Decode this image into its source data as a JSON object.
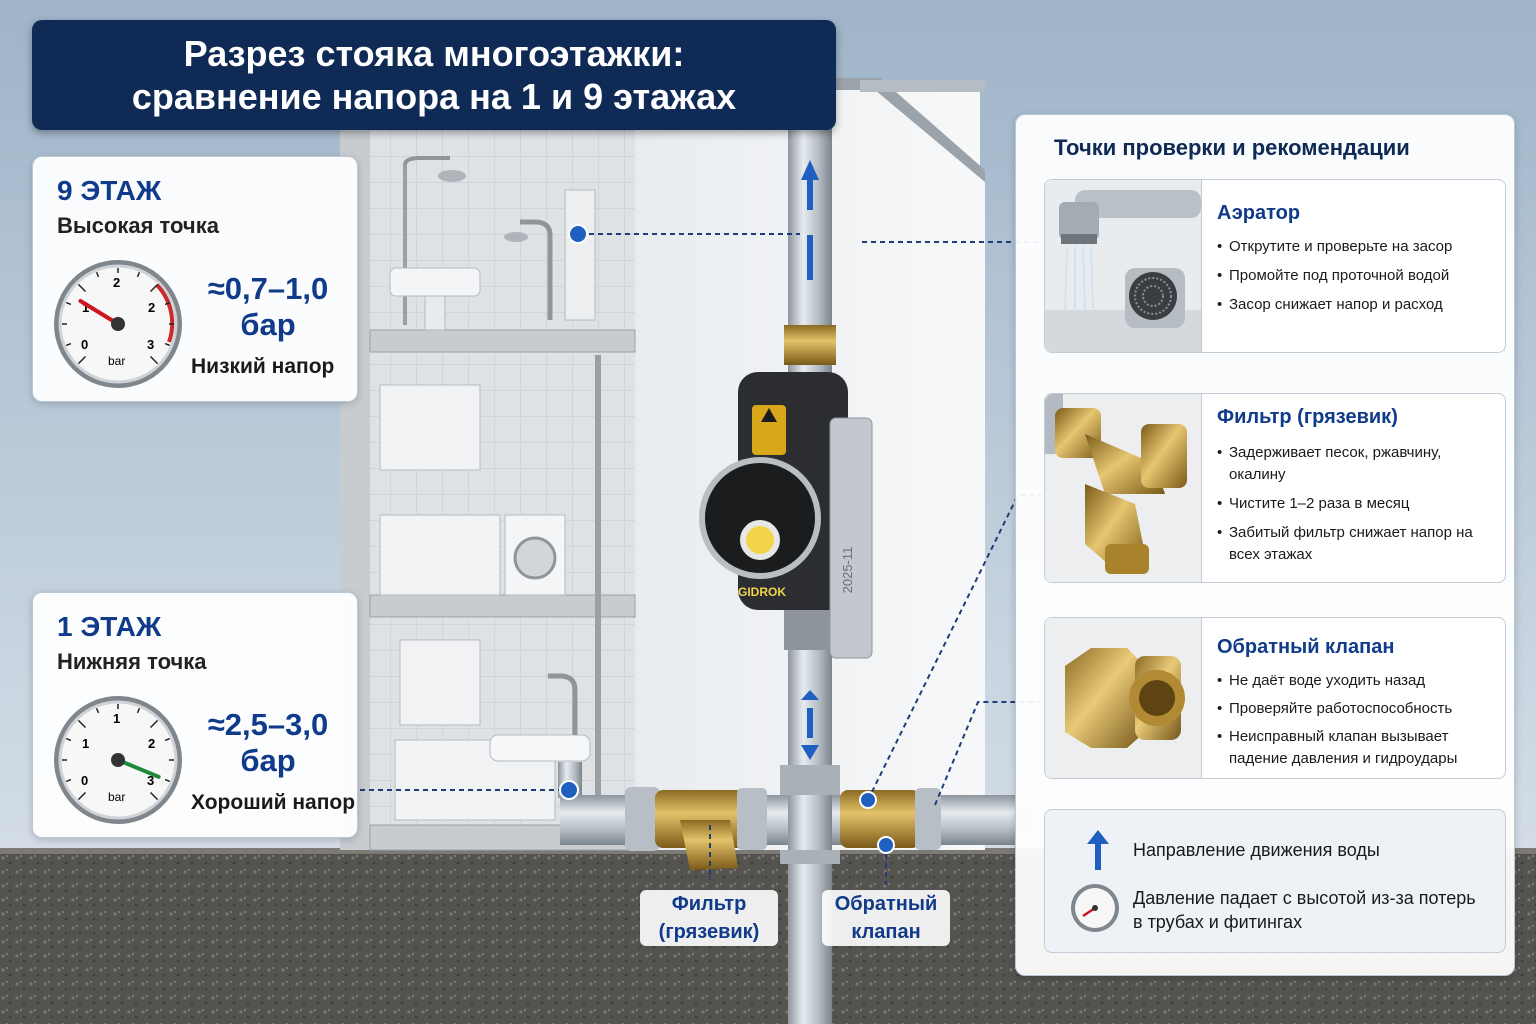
{
  "title": {
    "line1": "Разрез стояка многоэтажки:",
    "line2": "сравнение напора на 1 и 9 этажах"
  },
  "floors": [
    {
      "heading": "9 ЭТАЖ",
      "subtitle": "Высокая точка",
      "pressure": "≈0,7–1,0",
      "unit": "бар",
      "status": "Низкий напор",
      "gauge_value_bar": 0.85,
      "needle_color": "#d0141c",
      "gauge_labels": [
        "0",
        "1",
        "2",
        "2",
        "3",
        "bar"
      ]
    },
    {
      "heading": "1 ЭТАЖ",
      "subtitle": "Нижняя точка",
      "pressure": "≈2,5–3,0",
      "unit": "бар",
      "status": "Хороший напор",
      "gauge_value_bar": 2.75,
      "needle_color": "#1f8a3a",
      "gauge_labels": [
        "0",
        "1",
        "1",
        "2",
        "3",
        "bar"
      ]
    }
  ],
  "right_panel": {
    "title": "Точки проверки и рекомендации",
    "items": [
      {
        "icon": "faucet-aerator-icon",
        "title": "Аэратор",
        "bullets": [
          "Открутите и проверьте на засор",
          "Промойте под проточной водой",
          "Засор снижает напор и расход"
        ]
      },
      {
        "icon": "strainer-filter-icon",
        "title": "Фильтр (грязевик)",
        "bullets": [
          "Задерживает песок, ржавчину, окалину",
          "Чистите 1–2 раза в месяц",
          "Забитый фильтр снижает напор на всех этажах"
        ]
      },
      {
        "icon": "check-valve-icon",
        "title": "Обратный клапан",
        "bullets": [
          "Не даёт воде уходить назад",
          "Проверяйте работоспособность",
          "Неисправный клапан вызывает падение давления и гидроудары"
        ]
      }
    ],
    "legend": [
      {
        "icon": "arrow-up-icon",
        "text": "Направление движения воды"
      },
      {
        "icon": "pressure-gauge-icon",
        "text": "Давление падает с высотой из-за потерь в трубах и фитингах"
      }
    ]
  },
  "pipe_labels": [
    {
      "text": "Фильтр (грязевик)"
    },
    {
      "text": "Обратный клапан"
    }
  ],
  "pump": {
    "brand": "GIDROK",
    "side_text": "2025-11"
  },
  "colors": {
    "title_bg": "#0f2a55",
    "accent_blue": "#103a8a",
    "marker_blue": "#1e5fbf",
    "needle_low": "#d0141c",
    "needle_good": "#1f8a3a"
  }
}
